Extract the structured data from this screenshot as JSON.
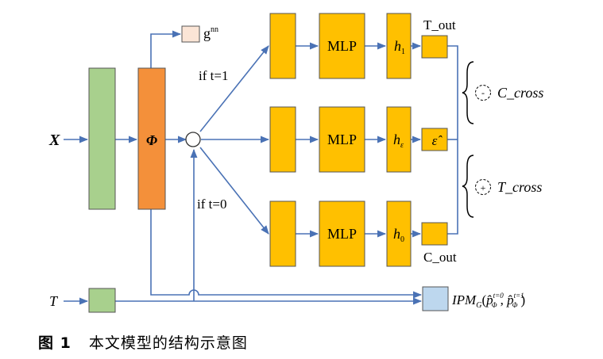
{
  "labels": {
    "x_input": "X",
    "phi": "Φ",
    "g_nn": "g",
    "g_nn_sup": "nn",
    "if_t1": "if  t=1",
    "if_t0": "if  t=0",
    "t_input": "T",
    "mlp_top": "MLP",
    "mlp_mid": "MLP",
    "mlp_bot": "MLP",
    "h1_base": "h",
    "h1_sub": "1",
    "heps_base": "h",
    "heps_sub": "ε",
    "h0_base": "h",
    "h0_sub": "0",
    "t_out": "T_out",
    "eps_hat": "ε̂",
    "c_out": "C_out",
    "minus_op": "-",
    "plus_op": "+",
    "c_cross": "C_cross",
    "t_cross": "T_cross",
    "ipm_base": "IPM",
    "ipm_sub": "G",
    "ipm_args_open": "(",
    "ipm_p0": "p̂",
    "ipm_p0_sup": "t=0",
    "ipm_p0_sub": "Φ",
    "ipm_comma": ", ",
    "ipm_p1": "p̂",
    "ipm_p1_sup": "t=1",
    "ipm_p1_sub": "Φ",
    "ipm_args_close": ")"
  },
  "caption": {
    "number": "图 1",
    "text": "本文模型的结构示意图"
  },
  "colors": {
    "line": "#4a72b5",
    "green": "#a8d08d",
    "orange": "#f4903a",
    "yellow": "#ffc000",
    "peach": "#fbe5d6",
    "lightblue": "#bdd7ee",
    "border": "#555555"
  }
}
